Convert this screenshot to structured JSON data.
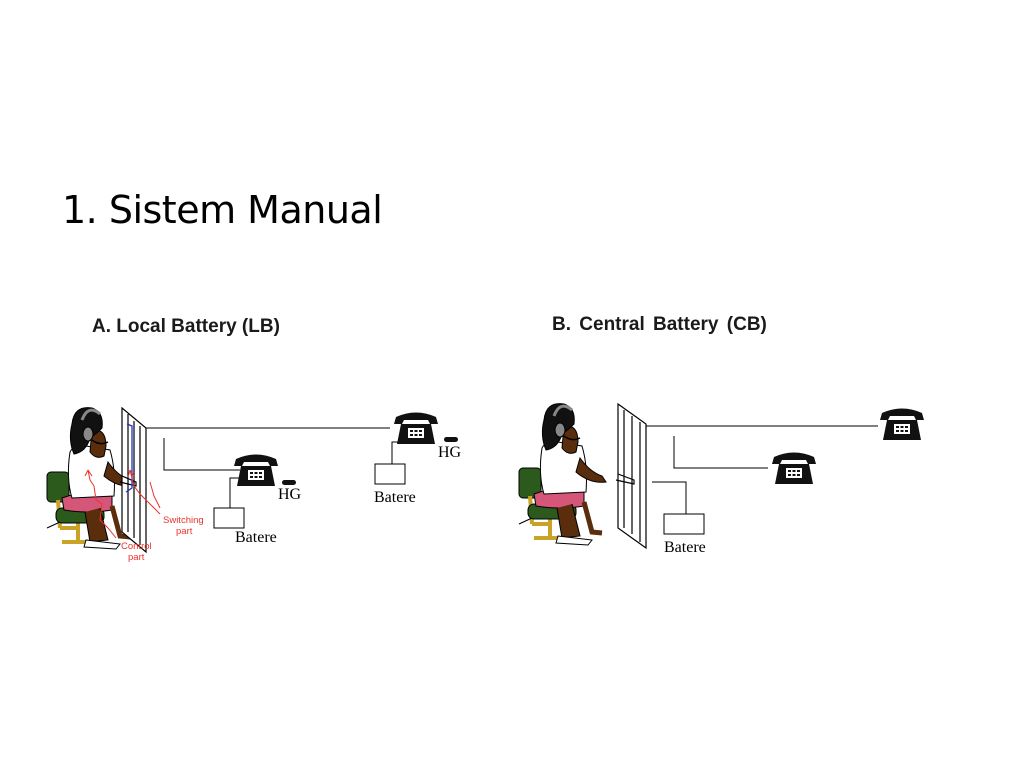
{
  "title": "1. Sistem Manual",
  "diagram_a": {
    "heading": "A. Local Battery (LB)",
    "hg_near": "HG",
    "hg_far": "HG",
    "battery_near": "Batere",
    "battery_far": "Batere",
    "switching_line1": "Switching",
    "switching_line2": "part",
    "control_line1": "Control",
    "control_line2": "part"
  },
  "diagram_b": {
    "heading": "B.  Central Battery (CB)",
    "battery": "Batere"
  },
  "colors": {
    "skin": "#5a2e0d",
    "shirt": "#ffffff",
    "skirt": "#d6567a",
    "chair_seat": "#2c5a1c",
    "chair_frame": "#c9a227",
    "annotation": "#e8332c",
    "wire_blue": "#2233cc"
  }
}
